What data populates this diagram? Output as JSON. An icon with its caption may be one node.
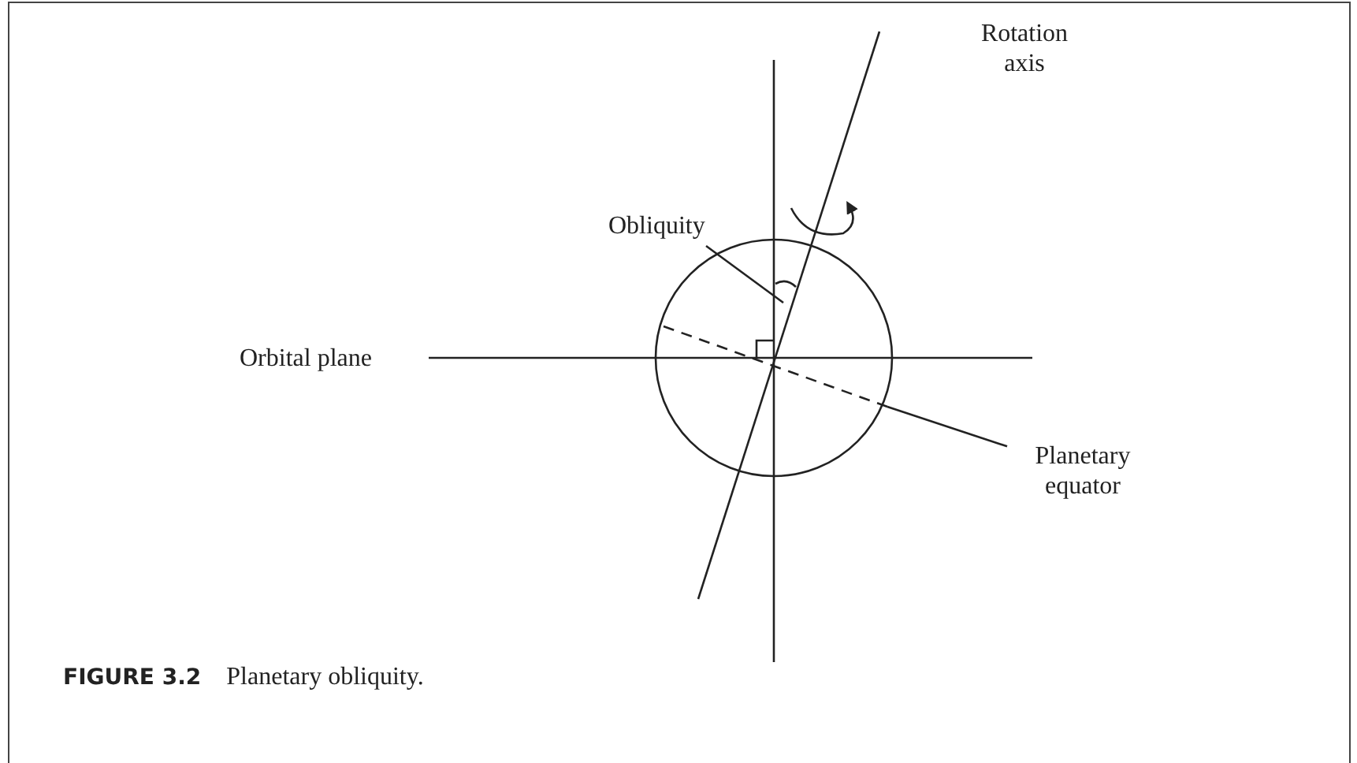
{
  "diagram": {
    "caption": "**FIGURE 3.2** Planetary obliquity.",
    "nodes": [
      {
        "text": [
          "Rotation axis"
        ]
      },
      {
        "text": [
          "Obliquity"
        ]
      },
      {
        "text": [
          "Orbital plane"
        ]
      },
      {
        "text": [
          "Planetary equator"
        ]
      }
    ],
    "edges": [
      {
        "from": 1,
        "to": null,
        "arrow": "none"
      },
      {
        "from": 3,
        "to": null,
        "arrow": "none"
      }
    ]
  }
}
